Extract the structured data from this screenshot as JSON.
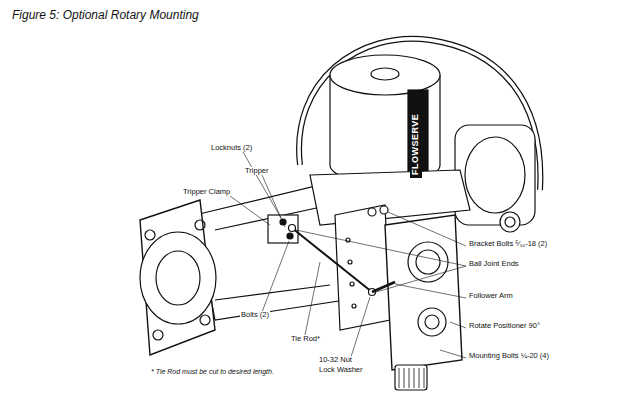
{
  "diagram": {
    "title": "Figure 5: Optional Rotary Mounting",
    "labels": [
      "Locknuts (2)",
      "Tripper",
      "Tripper Clamp",
      "Bolts (2)",
      "Tie Rod*",
      "10-32 Nut",
      "Lock Washer",
      "Bracket Bolts ⁵⁄₁₆-18 (2)",
      "Ball Joint Ends",
      "Follower Arm",
      "Rotate Positioner 90°",
      "Mounting Bolts ¼-20 (4)",
      "* Tie Rod must be cut to desired length.",
      "FLOWSERVE"
    ]
  }
}
